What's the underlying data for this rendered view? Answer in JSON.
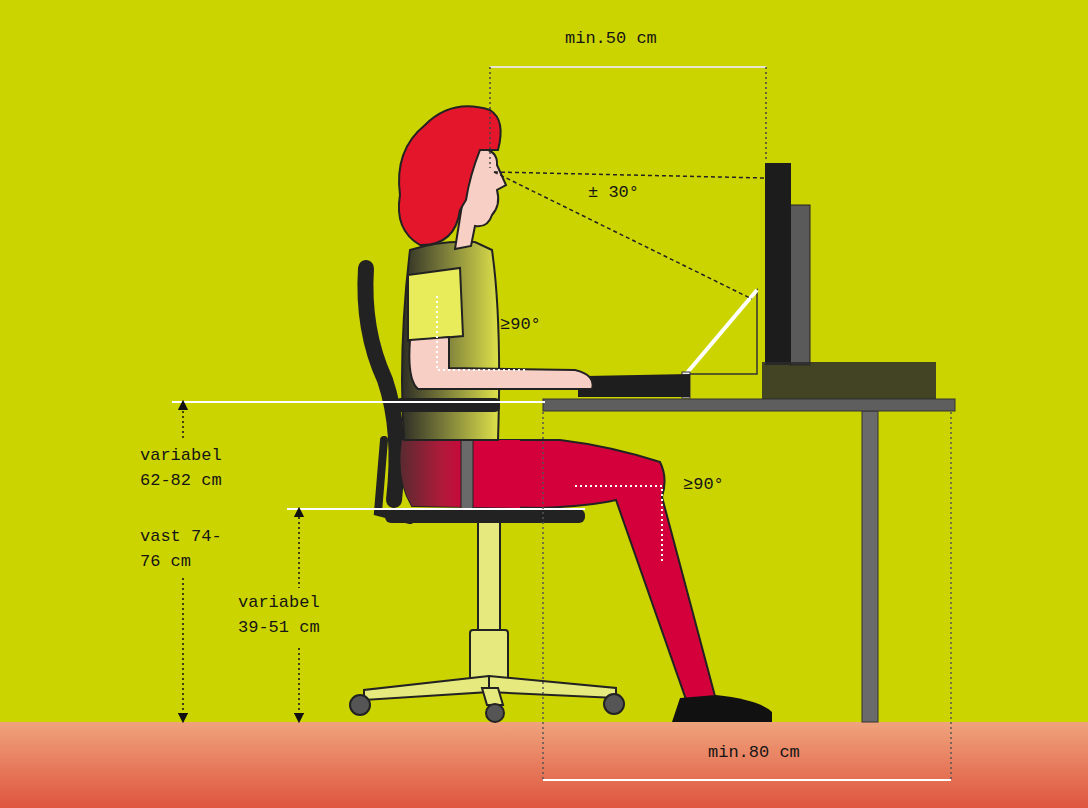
{
  "diagram": {
    "labels": [
      "min.50 cm",
      "± 30°",
      "≥90°",
      "variabel 62-82 cm",
      "vast 74-76 cm",
      "variabel 39-51 cm",
      "≥90°",
      "min.80 cm"
    ]
  }
}
